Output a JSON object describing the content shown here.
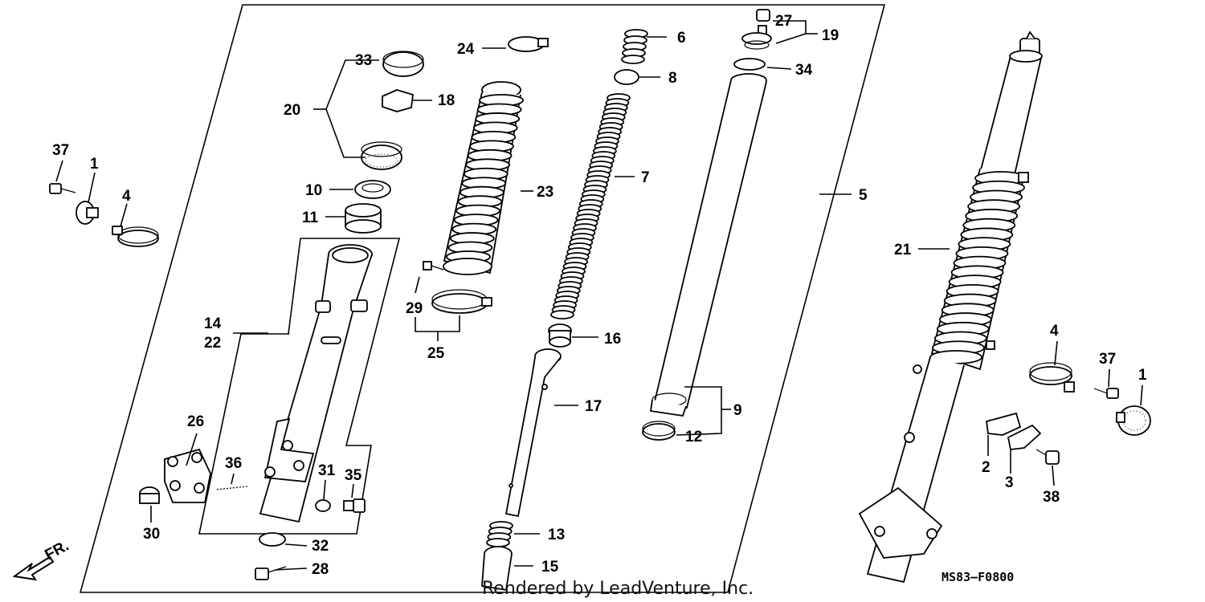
{
  "diagram": {
    "callouts": {
      "c1a": "1",
      "c1b": "1",
      "c2": "2",
      "c3": "3",
      "c4a": "4",
      "c4b": "4",
      "c5": "5",
      "c6": "6",
      "c7": "7",
      "c8": "8",
      "c9": "9",
      "c10": "10",
      "c11": "11",
      "c12": "12",
      "c13": "13",
      "c14": "14",
      "c15": "15",
      "c16": "16",
      "c17": "17",
      "c18": "18",
      "c19": "19",
      "c20": "20",
      "c21": "21",
      "c22": "22",
      "c23": "23",
      "c24": "24",
      "c25": "25",
      "c26": "26",
      "c27": "27",
      "c28": "28",
      "c29": "29",
      "c30": "30",
      "c31": "31",
      "c32": "32",
      "c33": "33",
      "c34": "34",
      "c35": "35",
      "c36": "36",
      "c37a": "37",
      "c37b": "37",
      "c38": "38"
    },
    "figure_code": "MS83–F0800",
    "direction_label": "FR.",
    "watermark": "Rendered by LeadVenture, Inc."
  }
}
